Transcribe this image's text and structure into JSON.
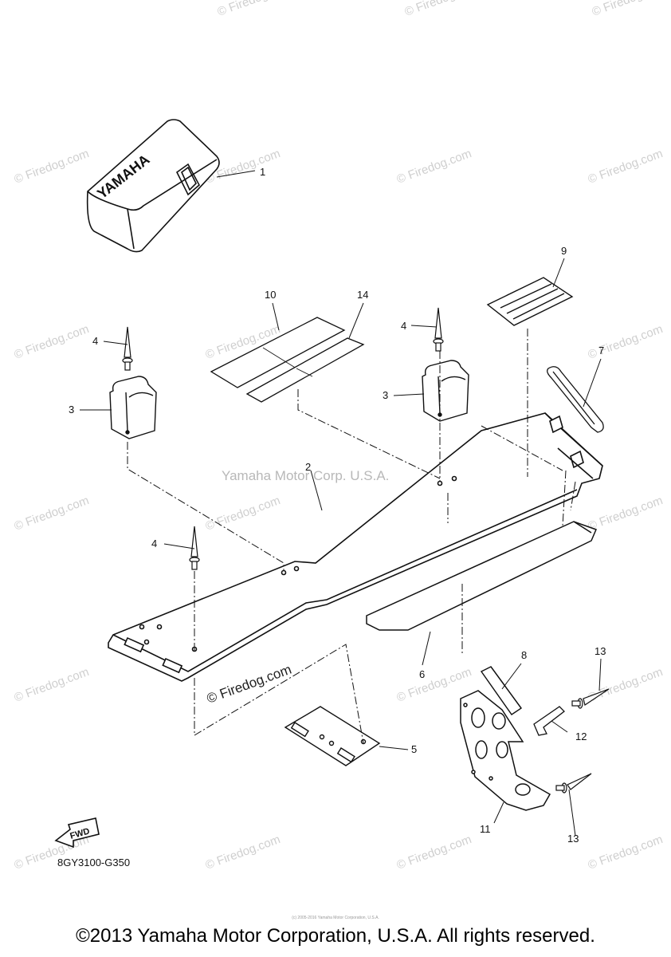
{
  "callouts": [
    {
      "id": "1",
      "label": "1"
    },
    {
      "id": "2",
      "label": "2"
    },
    {
      "id": "3a",
      "label": "3"
    },
    {
      "id": "3b",
      "label": "3"
    },
    {
      "id": "4a",
      "label": "4"
    },
    {
      "id": "4b",
      "label": "4"
    },
    {
      "id": "4c",
      "label": "4"
    },
    {
      "id": "5",
      "label": "5"
    },
    {
      "id": "6",
      "label": "6"
    },
    {
      "id": "7",
      "label": "7"
    },
    {
      "id": "8",
      "label": "8"
    },
    {
      "id": "9",
      "label": "9"
    },
    {
      "id": "10",
      "label": "10"
    },
    {
      "id": "11",
      "label": "11"
    },
    {
      "id": "12",
      "label": "12"
    },
    {
      "id": "13a",
      "label": "13"
    },
    {
      "id": "13b",
      "label": "13"
    },
    {
      "id": "14",
      "label": "14"
    }
  ],
  "cover_brand": "YAMAHA",
  "fwd_label": "FWD",
  "diagram_code": "8GY3100-G350",
  "corp_watermark": "Yamaha Motor Corp. U.S.A.",
  "watermark": "© Firedog.com",
  "fine_print": "(c) 2005-2016 Yamaha Motor Corporation, U.S.A.",
  "copyright": "©2013 Yamaha Motor Corporation, U.S.A. All rights reserved."
}
